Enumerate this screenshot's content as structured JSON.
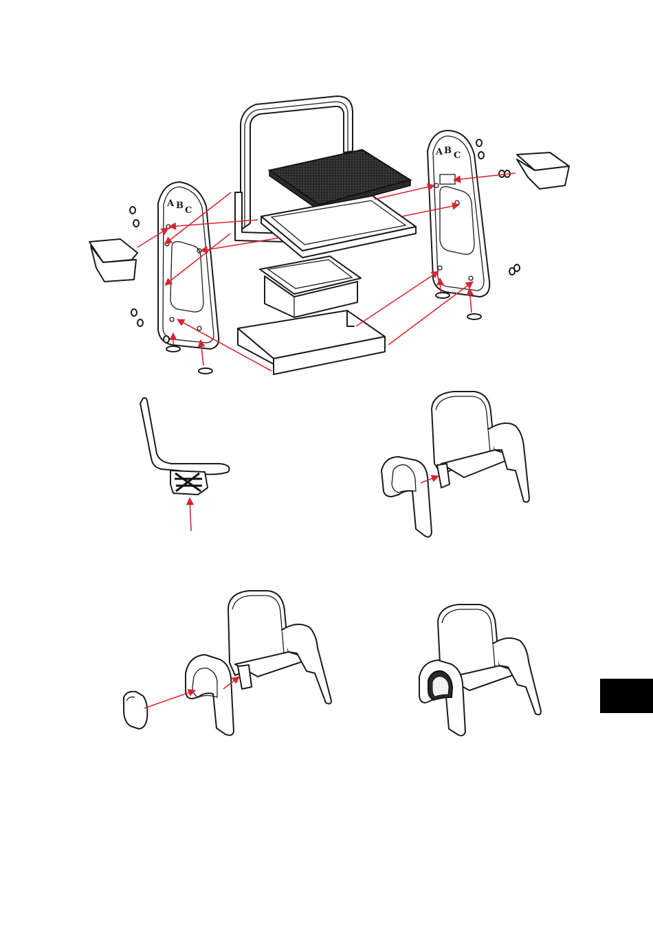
{
  "panel_letters": [
    "A",
    "B",
    "C"
  ],
  "colors": {
    "arrow": "#d6262e",
    "line": "#1a1a1a",
    "tab": "#000000",
    "background": "#ffffff"
  },
  "figures": {
    "exploded_view": "exploded-assembly",
    "step1": "seat-underside-bracket",
    "step2": "attach-side-panel",
    "step3": "attach-side-cap",
    "step4": "assembled-chair"
  }
}
